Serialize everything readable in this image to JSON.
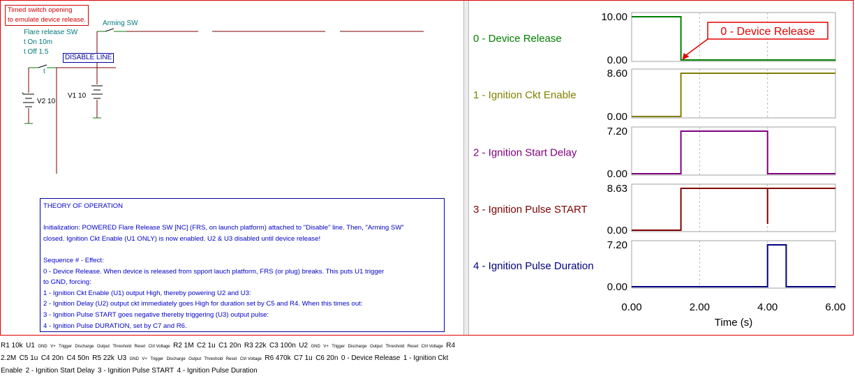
{
  "schematic": {
    "note_box": [
      "Timed switch opening",
      "to emulate device release."
    ],
    "flare_switch": {
      "name": "Flare release SW",
      "t_on": "t On 10m",
      "t_off": "t Off 1.5",
      "t_mark": "t"
    },
    "arming_switch": "Arming SW",
    "disable_line": "DISABLE LINE",
    "v2": "V2 10",
    "v1": "V1 10",
    "ic_labels": [
      "U1",
      "U2",
      "U3"
    ],
    "ic_pins": {
      "gnd": "GND",
      "vplus": "V+",
      "trigger": "Trigger",
      "discharge": "Discharge",
      "output": "Output",
      "threshold": "Threshold",
      "reset": "Reset",
      "ctrl": "Ctrl Voltage"
    },
    "resistors": [
      "R1 10k",
      "R2 1M",
      "R3 22k",
      "R4 2.2M",
      "R5 22k",
      "R6 470k"
    ],
    "capacitors": [
      "C1 20n",
      "C2 1u",
      "C3 100n",
      "C4 20n",
      "C4 50n",
      "C5 1u",
      "C6 20n",
      "C7 1u"
    ],
    "probes": [
      "0 - Device Release",
      "1 - Ignition Ckt Enable",
      "2 - Ignition Start Delay",
      "3 - Ignition Pulse START",
      "4 - Ignition Pulse Duration"
    ]
  },
  "theory": [
    "THEORY OF OPERATION",
    "",
    "Initialization: POWERED Flare Release SW [NC] (FRS, on  launch platform) attached to \"Disable\" line. Then, \"Arming SW\"",
    "closed. Ignition Ckt Enable (U1 ONLY) is now enabled. U2 & U3 disabled until device release!",
    "",
    "Sequence # - Effect:",
    "0 -  Device Release. When device is released from spport lauch platform, FRS (or plug) breaks. This puts U1 trigger",
    "to GND, forcing:",
    "1 - Ignition Ckt Enable (U1) output High, thereby powering U2 and U3:",
    "2 - Ignition Delay (U2) output ckt immediately goes High for duration set by C5 and R4. When this times out:",
    "3 - Ignition Pulse START goes negative thereby triggering (U3) output pulse:",
    "4 - Ignition Pulse DURATION, set by C7 and R6."
  ],
  "chart_data": {
    "type": "line",
    "xlabel": "Time (s)",
    "xlim": [
      0,
      6
    ],
    "x_ticks": [
      "0.00",
      "2.00",
      "4.00",
      "6.00"
    ],
    "annotation": "0 - Device Release",
    "series": [
      {
        "name": "0 - Device Release",
        "color": "#008000",
        "ylim": [
          0,
          10
        ],
        "ticks": [
          "0.00",
          "10.00"
        ],
        "points": [
          [
            0,
            10
          ],
          [
            1.45,
            10
          ],
          [
            1.45,
            0
          ],
          [
            6,
            0
          ]
        ]
      },
      {
        "name": "1 - Ignition Ckt Enable",
        "color": "#808000",
        "ylim": [
          0,
          8.6
        ],
        "ticks": [
          "0.00",
          "8.60"
        ],
        "points": [
          [
            0,
            0
          ],
          [
            1.45,
            0
          ],
          [
            1.45,
            8.6
          ],
          [
            6,
            8.6
          ]
        ]
      },
      {
        "name": "2 - Ignition Start Delay",
        "color": "#800080",
        "ylim": [
          0,
          7.2
        ],
        "ticks": [
          "0.00",
          "7.20"
        ],
        "points": [
          [
            0,
            0
          ],
          [
            1.45,
            0
          ],
          [
            1.45,
            7.2
          ],
          [
            4.0,
            7.2
          ],
          [
            4.0,
            0
          ],
          [
            6,
            0
          ]
        ]
      },
      {
        "name": "3 - Ignition Pulse START",
        "color": "#800000",
        "ylim": [
          0,
          8.63
        ],
        "ticks": [
          "0.00",
          "8.63"
        ],
        "points": [
          [
            0,
            0
          ],
          [
            1.45,
            0
          ],
          [
            1.45,
            8.63
          ],
          [
            4.0,
            8.63
          ],
          [
            4.0,
            1.3
          ],
          [
            4.0,
            8.63
          ],
          [
            6,
            8.63
          ]
        ]
      },
      {
        "name": "4 - Ignition Pulse Duration",
        "color": "#000080",
        "ylim": [
          0,
          7.2
        ],
        "ticks": [
          "0.00",
          "7.20"
        ],
        "points": [
          [
            0,
            0
          ],
          [
            4.0,
            0
          ],
          [
            4.0,
            7.2
          ],
          [
            4.55,
            7.2
          ],
          [
            4.55,
            0
          ],
          [
            6,
            0
          ]
        ]
      }
    ]
  }
}
